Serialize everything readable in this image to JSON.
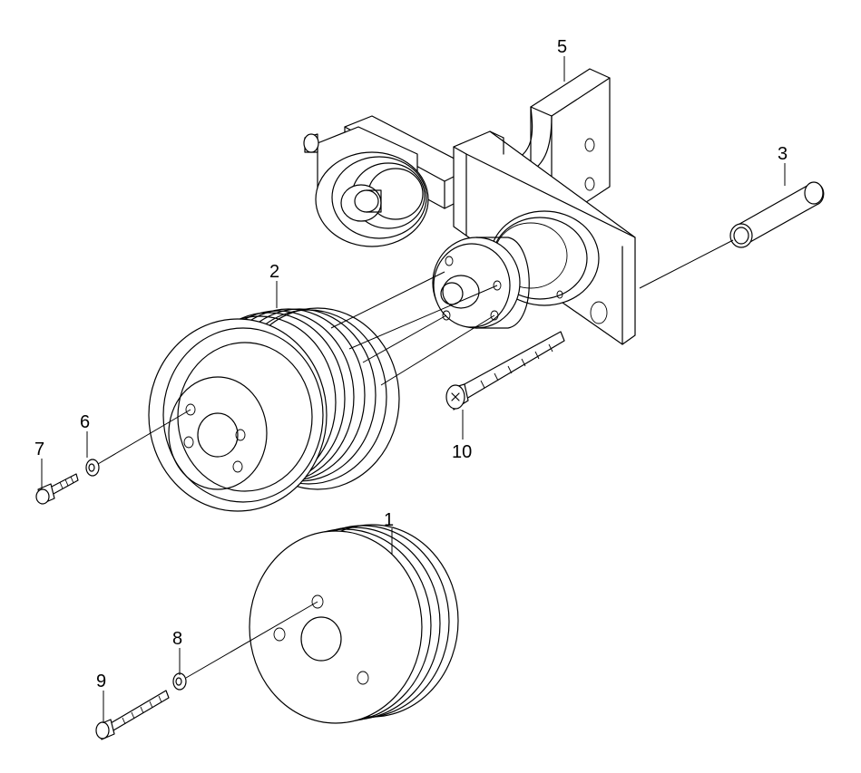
{
  "callouts": [
    {
      "id": "c1",
      "text": "1"
    },
    {
      "id": "c2",
      "text": "2"
    },
    {
      "id": "c3",
      "text": "3"
    },
    {
      "id": "c5",
      "text": "5"
    },
    {
      "id": "c6",
      "text": "6"
    },
    {
      "id": "c7",
      "text": "7"
    },
    {
      "id": "c8",
      "text": "8"
    },
    {
      "id": "c9",
      "text": "9"
    },
    {
      "id": "c10",
      "text": "10"
    }
  ]
}
